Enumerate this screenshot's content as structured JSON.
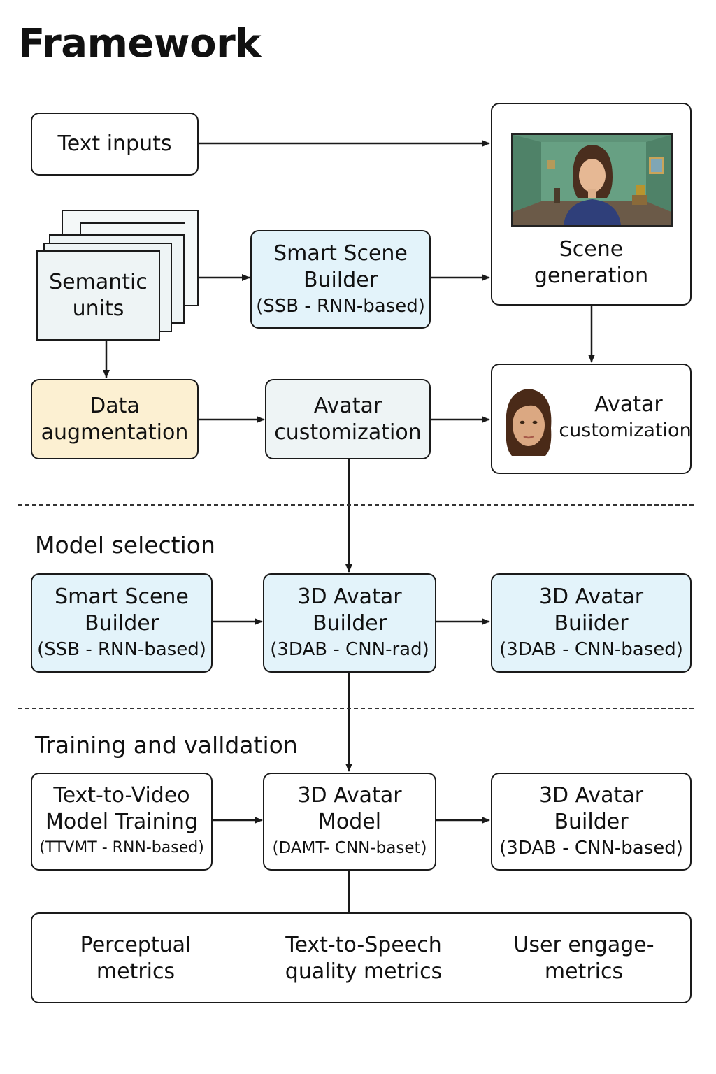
{
  "title": "Framework",
  "sections": {
    "model_selection": "Model selection",
    "training": "Training and valldation"
  },
  "boxes": {
    "text_inputs": [
      "Text inputs"
    ],
    "semantic_units": [
      "Semantic",
      "units"
    ],
    "ssb_top": [
      "Smart Scene",
      "Builder",
      "(SSB - RNN-based)"
    ],
    "scene_generation": [
      "Scene",
      "generation"
    ],
    "data_augmentation": [
      "Data",
      "augmentation"
    ],
    "avatar_custom_mid": [
      "Avatar",
      "customization"
    ],
    "avatar_custom_right": [
      "Avatar",
      "customization"
    ],
    "ssb_model": [
      "Smart Scene",
      "Builder",
      "(SSB - RNN-based)"
    ],
    "dab_rad": [
      "3D Avatar",
      "Builder",
      "(3DAB - CNN-rad)"
    ],
    "dab_based": [
      "3D Avatar",
      "Buiider",
      "(3DAB - CNN-based)"
    ],
    "ttvmt": [
      "Text-to-Video",
      "Model Training",
      "(TTVMT - RNN-based)"
    ],
    "damt": [
      "3D Avatar",
      "Model",
      "(DAMT- CNN-baset)"
    ],
    "dab_train": [
      "3D Avatar",
      "Builder",
      "(3DAB - CNN-based)"
    ]
  },
  "metrics": [
    [
      "Perceptual",
      "metrics"
    ],
    [
      "Text-to-Speech",
      "quality metrics"
    ],
    [
      "User engage-",
      "metrics"
    ]
  ],
  "colors": {
    "blue_fill": "#e3f3fa",
    "pale_fill": "#eef4f5",
    "yellow_fill": "#fcf0d2",
    "stroke": "#1a1a1a"
  }
}
